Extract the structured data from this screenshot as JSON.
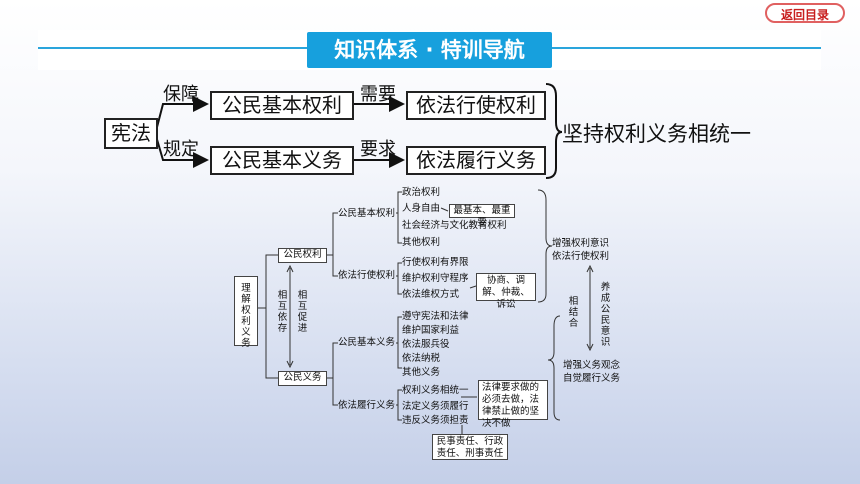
{
  "nav": {
    "return_label": "返回目录"
  },
  "header": {
    "title": "知识体系 · 特训导航"
  },
  "top": {
    "xianfa": "宪法",
    "baozhang": "保障",
    "guiding": "规定",
    "quanli": "公民基本权利",
    "yiwu": "公民基本义务",
    "xuyao": "需要",
    "yaoqiu": "要求",
    "xingshi": "依法行使权利",
    "lvxing": "依法履行义务",
    "conclusion": "坚持权利义务相统一"
  },
  "bottom": {
    "root": "理解权利义务",
    "rights": "公民权利",
    "duties": "公民义务",
    "mutual_dep": "相互依存",
    "mutual_promo": "相互促进",
    "basic_rights": "公民基本权利",
    "exercise_rights": "依法行使权利",
    "basic_duties": "公民基本义务",
    "perform_duties": "依法履行义务",
    "br_items": [
      "政治权利",
      "人身自由",
      "社会经济与文化教育权利",
      "其他权利"
    ],
    "br_note": "最基本、最重要",
    "er_items": [
      "行使权利有界限",
      "维护权利守程序",
      "依法维权方式"
    ],
    "er_note": "协商、调解、仲裁、诉讼",
    "bd_items": [
      "遵守宪法和法律",
      "维护国家利益",
      "依法服兵役",
      "依法纳税",
      "其他义务"
    ],
    "pd_items": [
      "权利义务相统一",
      "法定义务须履行",
      "违反义务须担责"
    ],
    "pd_note": "法律要求做的必须去做，法律禁止做的坚决不做",
    "pd_note2": "民事责任、行政责任、刑事责任",
    "right_top": [
      "增强权利意识",
      "依法行使权利"
    ],
    "right_bottom": [
      "增强义务观念",
      "自觉履行义务"
    ],
    "combine": "相结合",
    "cultivate": "养成公民意识"
  }
}
